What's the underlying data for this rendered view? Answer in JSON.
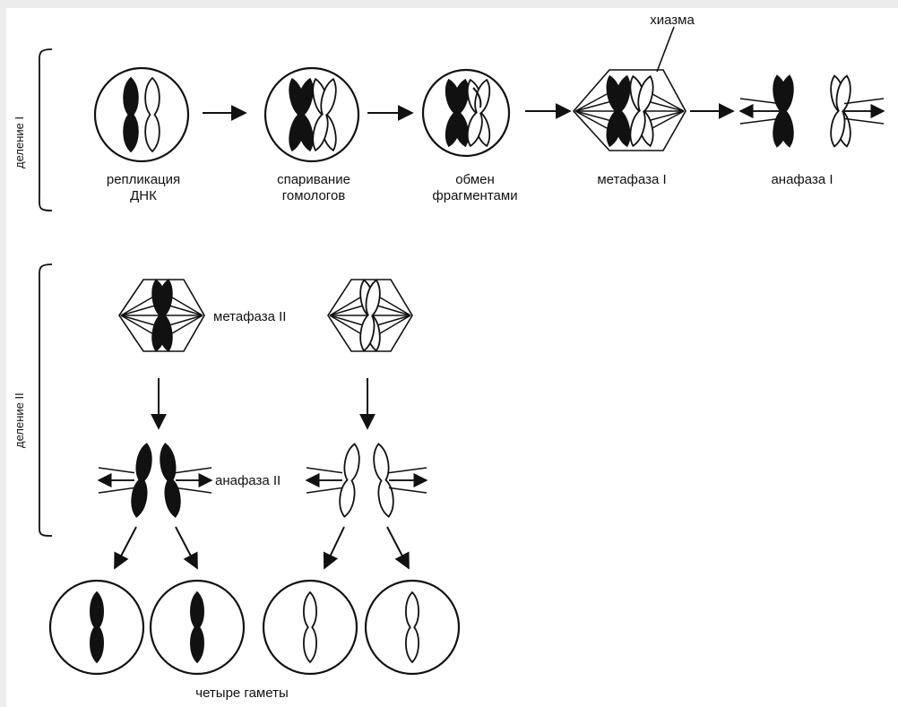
{
  "labels": {
    "division1": "деление I",
    "division2": "деление II",
    "chiasma": "хиазма",
    "replication_1": "репликация",
    "replication_2": "ДНК",
    "pairing_1": "спаривание",
    "pairing_2": "гомологов",
    "exchange_1": "обмен",
    "exchange_2": "фрагментами",
    "metaphase1": "метафаза I",
    "anaphase1": "анафаза I",
    "metaphase2": "метафаза II",
    "anaphase2": "анафаза II",
    "gametes": "четыре гаметы"
  },
  "colors": {
    "ink": "#111111",
    "background": "#ffffff"
  }
}
